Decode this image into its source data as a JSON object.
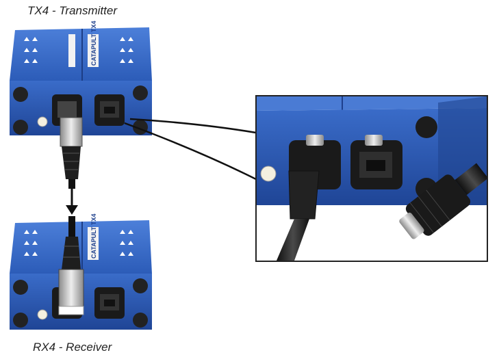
{
  "labels": {
    "transmitter": "TX4 - Transmitter",
    "receiver": "RX4 - Receiver"
  },
  "device_panel_text": {
    "brand_vertical": "CATAPULT TX4",
    "model_vertical": "CATAPULT TX4"
  },
  "colors": {
    "device_blue": "#2e5fbf",
    "device_blue_dark": "#1d3f8c",
    "rubber": "#222222",
    "cable": "#1a1a1a",
    "connector_silver": "#c9c9c9"
  },
  "icons": [
    "ethercon-port-icon",
    "xlr-cable-icon",
    "ethercon-plug-icon",
    "arrow-down-icon"
  ]
}
